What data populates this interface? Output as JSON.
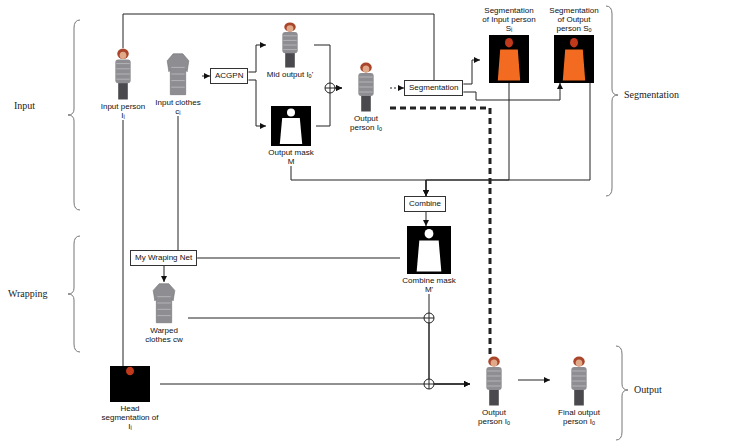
{
  "diagram": {
    "nodes": [
      {
        "text": [
          "Input person Iᵢ"
        ]
      },
      {
        "text": [
          "Input clothes cᵢ"
        ]
      },
      {
        "text": [
          "ACGPN"
        ]
      },
      {
        "text": [
          "Mid output Iₒ'"
        ]
      },
      {
        "text": [
          "Output mask M"
        ]
      },
      {
        "text": [
          "Output person Iₒ"
        ]
      },
      {
        "text": [
          "Segmentation"
        ]
      },
      {
        "text": [
          "Segmentation of Input person Sᵢ"
        ]
      },
      {
        "text": [
          "Segmentation of Output person Sₒ"
        ]
      },
      {
        "text": [
          "Combine"
        ]
      },
      {
        "text": [
          "Combine mask M'"
        ]
      },
      {
        "text": [
          "My Wraping Net"
        ]
      },
      {
        "text": [
          "Warped clothes cw"
        ]
      },
      {
        "text": [
          "Head segmentation of Iᵢ"
        ]
      },
      {
        "text": [
          "Output person Iₒ"
        ]
      },
      {
        "text": [
          "Final output person Iₒ"
        ]
      }
    ],
    "edges": [
      {
        "from": 1,
        "to": 2,
        "arrow": "to"
      },
      {
        "from": 2,
        "to": 3,
        "arrow": "to"
      },
      {
        "from": 2,
        "to": 4,
        "arrow": "to"
      },
      {
        "from": 3,
        "to": 5,
        "arrow": "to"
      },
      {
        "from": 4,
        "to": 5,
        "arrow": "to"
      },
      {
        "from": 5,
        "to": 6,
        "arrow": "to"
      },
      {
        "from": 0,
        "to": 6,
        "arrow": "none"
      },
      {
        "from": 6,
        "to": 7,
        "arrow": "to"
      },
      {
        "from": 6,
        "to": 8,
        "arrow": "to"
      },
      {
        "from": 7,
        "to": 9,
        "arrow": "to"
      },
      {
        "from": 8,
        "to": 9,
        "arrow": "to"
      },
      {
        "from": 4,
        "to": 9,
        "arrow": "to"
      },
      {
        "from": 9,
        "to": 10,
        "arrow": "to"
      },
      {
        "from": 1,
        "to": 11,
        "arrow": "none"
      },
      {
        "from": 11,
        "to": 12,
        "arrow": "to"
      },
      {
        "from": 10,
        "to": 11,
        "arrow": "none"
      },
      {
        "from": 12,
        "to": 14,
        "arrow": "to"
      },
      {
        "from": 10,
        "to": 14,
        "arrow": "to"
      },
      {
        "from": 0,
        "to": 13,
        "arrow": "none"
      },
      {
        "from": 13,
        "to": 14,
        "arrow": "to"
      },
      {
        "from": 5,
        "to": 14,
        "arrow": "none"
      },
      {
        "from": 14,
        "to": 15,
        "arrow": "to"
      }
    ],
    "labels": [
      "Input",
      "Segmentation",
      "Wrapping",
      "Output"
    ]
  }
}
